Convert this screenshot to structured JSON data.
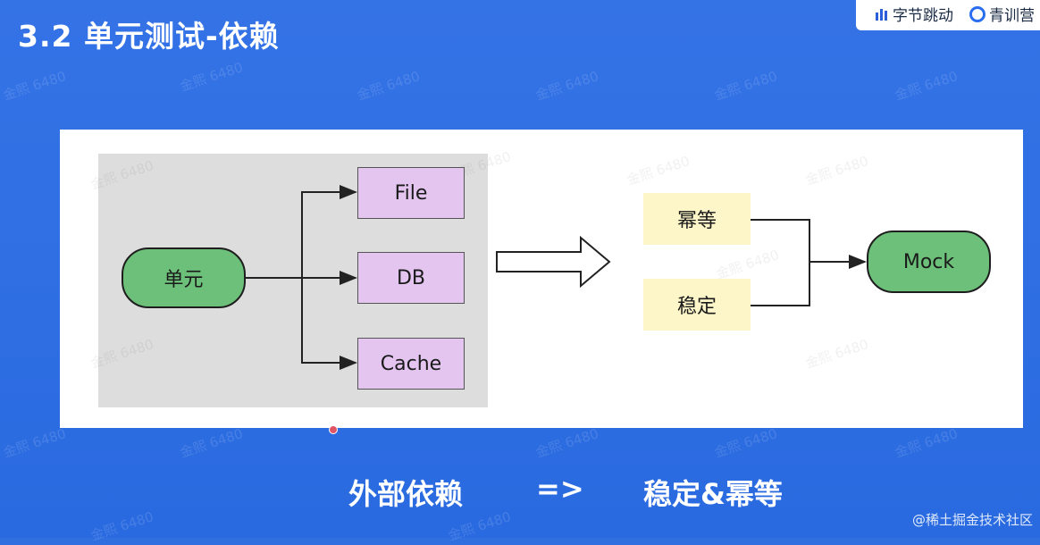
{
  "slide": {
    "title": "3.2 单元测试-依赖"
  },
  "brand": {
    "bytedance": "字节跳动",
    "camp": "青训营"
  },
  "diagram": {
    "source": "单元",
    "dependencies": [
      "File",
      "DB",
      "Cache"
    ],
    "properties": [
      "幂等",
      "稳定"
    ],
    "target": "Mock"
  },
  "footer": {
    "left": "外部依赖",
    "arrow": "=>",
    "right": "稳定&幂等"
  },
  "watermark": "金熙 6480",
  "credit": "@稀土掘金技术社区",
  "colors": {
    "background": "#2f6fe0",
    "pill_green": "#6cc07a",
    "dep_purple": "#e3c5f0",
    "prop_yellow": "#fdf6c9"
  }
}
